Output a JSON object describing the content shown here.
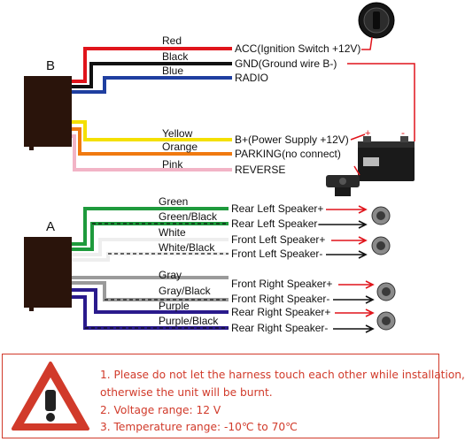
{
  "connectors": {
    "b_label": "B",
    "a_label": "A"
  },
  "harness_b": {
    "wires": [
      {
        "color_label": "Red",
        "hex": "#e0141b",
        "function": "ACC(Ignition Switch +12V)"
      },
      {
        "color_label": "Black",
        "hex": "#111111",
        "function": "GND(Ground wire B-)"
      },
      {
        "color_label": "Blue",
        "hex": "#1f3fa0",
        "function": "RADIO"
      },
      {
        "color_label": "Yellow",
        "hex": "#f4e000",
        "function": "B+(Power Supply +12V)"
      },
      {
        "color_label": "Orange",
        "hex": "#f07a10",
        "function": "PARKING(no connect)"
      },
      {
        "color_label": "Pink",
        "hex": "#f2b4c6",
        "function": "REVERSE"
      }
    ]
  },
  "harness_a": {
    "wires": [
      {
        "color_label": "Green",
        "hex": "#1e9a3c",
        "stripe": "",
        "function": "Rear Left Speaker+"
      },
      {
        "color_label": "Green/Black",
        "hex": "#1e9a3c",
        "stripe": "#111111",
        "function": "Rear Left Speaker-"
      },
      {
        "color_label": "White",
        "hex": "#eeeeee",
        "stripe": "",
        "function": "Front Left Speaker+"
      },
      {
        "color_label": "White/Black",
        "hex": "#eeeeee",
        "stripe": "#111111",
        "function": "Front Left Speaker-"
      },
      {
        "color_label": "Gray",
        "hex": "#9a9a9a",
        "stripe": "",
        "function": "Front Right Speaker+"
      },
      {
        "color_label": "Gray/Black",
        "hex": "#9a9a9a",
        "stripe": "#111111",
        "function": "Front Right Speaker-"
      },
      {
        "color_label": "Purple",
        "hex": "#2a1a8c",
        "stripe": "",
        "function": "Rear Right Speaker+"
      },
      {
        "color_label": "Purple/Black",
        "hex": "#2a1a8c",
        "stripe": "#111111",
        "function": "Rear Right Speaker-"
      }
    ]
  },
  "battery_signs": {
    "plus": "+",
    "minus": "-"
  },
  "notice": {
    "lines": [
      "1. Please do not let the harness touch each other while installation,",
      "otherwise the unit will be burnt.",
      "2. Voltage range: 12 V",
      "3. Temperature range: -10℃ to 70℃"
    ],
    "accent": "#d13a2a",
    "icon": "warning-triangle-icon"
  }
}
